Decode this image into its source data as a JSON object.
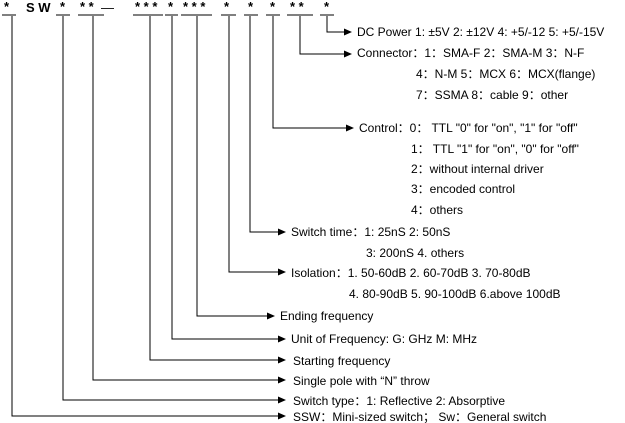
{
  "code": {
    "star1": "*",
    "sw": "S W",
    "star2": "*",
    "star3": "* *",
    "dash": "—",
    "star4": "* * *",
    "star5": "*",
    "star6": "* * *",
    "star7": "*",
    "star8": "*",
    "star9": "*",
    "star10": "* *",
    "star11": "*"
  },
  "labels": {
    "dc_power": "DC Power  1: ±5V   2: ±12V  4: +5/-12  5: +5/-15V",
    "connector_1": "Connector：1：SMA-F   2：SMA-M    3：N-F",
    "connector_2": "4：N-M   5：MCX    6：MCX(flange)",
    "connector_3": "7：SSMA    8：cable    9：other",
    "control_1": "Control：0：  TTL \"0\" for \"on\",  \"1\"  for \"off\"",
    "control_2": "1：  TTL \"1\" for \"on\",  \"0\"  for \"off\"",
    "control_3": "2：without internal driver",
    "control_4": "3：encoded control",
    "control_5": "4：others",
    "switch_time_1": "Switch time：1: 25nS                2: 50nS",
    "switch_time_2": "3: 200nS          4. others",
    "isolation_1": "Isolation：1. 50-60dB     2. 60-70dB         3. 70-80dB",
    "isolation_2": "4. 80-90dB    5. 90-100dB        6.above 100dB",
    "ending_freq": "Ending frequency",
    "unit_freq": "Unit of Frequency:  G: GHz  M: MHz",
    "starting_freq": "Starting frequency",
    "single_pole": "Single pole with “N” throw",
    "switch_type": "Switch type：1: Reflective          2: Absorptive",
    "ssw": "SSW：Mini-sized switch；    Sw：General  switch"
  }
}
